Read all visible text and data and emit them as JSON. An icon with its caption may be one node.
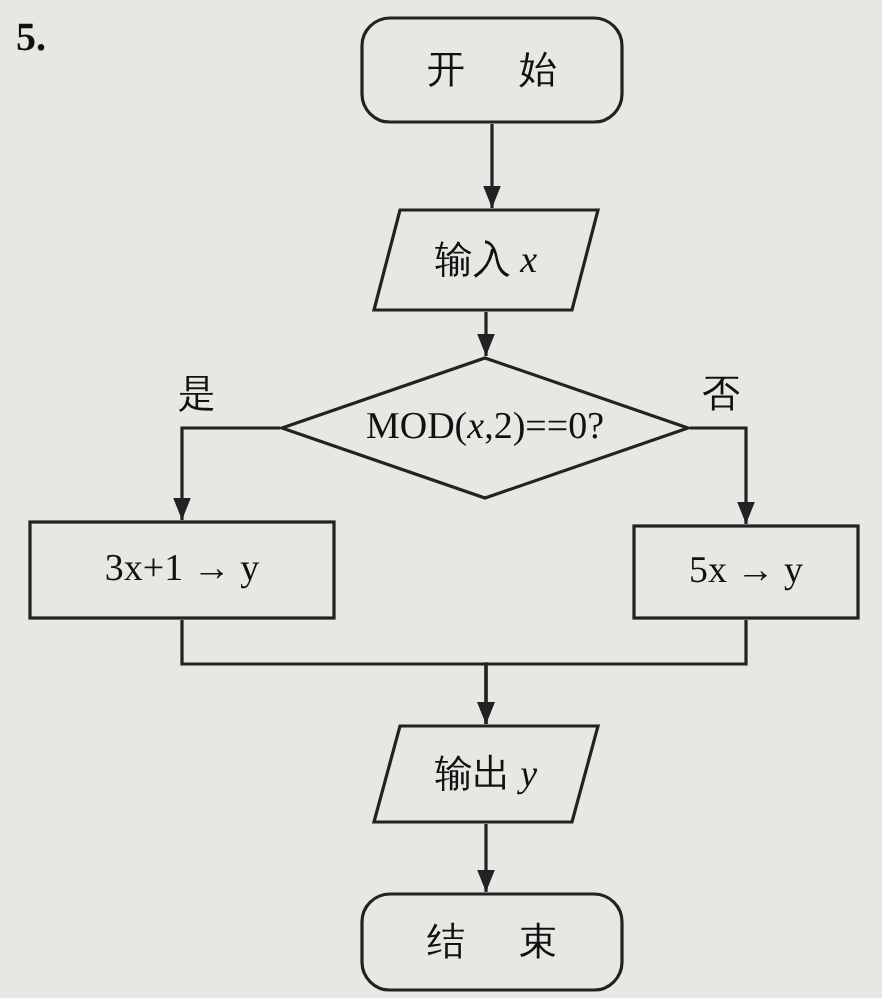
{
  "diagram": {
    "nodes": [
      {
        "text": [
          "开始"
        ]
      },
      {
        "text": [
          "输入 *x*"
        ]
      },
      {
        "text": [
          "MOD(*x*,2)==0?"
        ]
      },
      {
        "text": [
          "3x+1 → y"
        ]
      },
      {
        "text": [
          "5x → y"
        ]
      },
      {
        "text": [
          "输出 *y*"
        ]
      },
      {
        "text": [
          "结束"
        ]
      }
    ],
    "edges": [
      {
        "from": 0,
        "to": 1,
        "arrow": "to"
      },
      {
        "from": 1,
        "to": 2,
        "arrow": "to"
      },
      {
        "from": 2,
        "to": 3,
        "arrow": "to",
        "label": "是"
      },
      {
        "from": 2,
        "to": 4,
        "arrow": "to",
        "label": "否"
      },
      {
        "from": 3,
        "to": 5,
        "arrow": "to"
      },
      {
        "from": 4,
        "to": 5,
        "arrow": "to"
      },
      {
        "from": 5,
        "to": 6,
        "arrow": "to"
      }
    ],
    "labels": [
      "5."
    ]
  }
}
